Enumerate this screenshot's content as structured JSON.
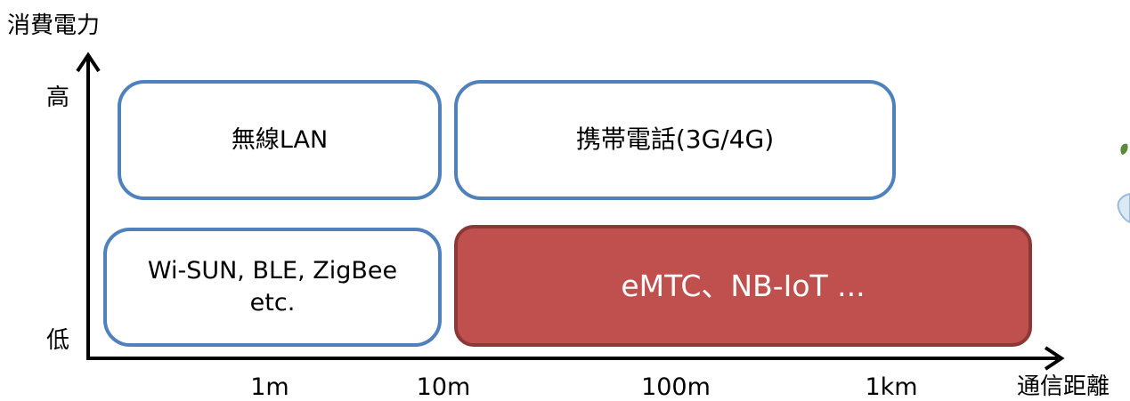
{
  "y_axis": {
    "title": "消費電力",
    "high_label": "高",
    "low_label": "低"
  },
  "x_axis": {
    "title": "通信距離",
    "ticks": [
      "1m",
      "10m",
      "100m",
      "1km"
    ]
  },
  "boxes": {
    "wlan": {
      "label": "無線LAN"
    },
    "cellular": {
      "label": "携帯電話(3G/4G)"
    },
    "short_range": {
      "line1": "Wi-SUN, BLE, ZigBee",
      "line2": "etc."
    },
    "lpwa": {
      "label": "eMTC、NB-IoT ..."
    }
  },
  "colors": {
    "box_border": "#4f81bd",
    "lpwa_fill": "#c0504d",
    "lpwa_border": "#8c3836",
    "axis": "#000000"
  }
}
